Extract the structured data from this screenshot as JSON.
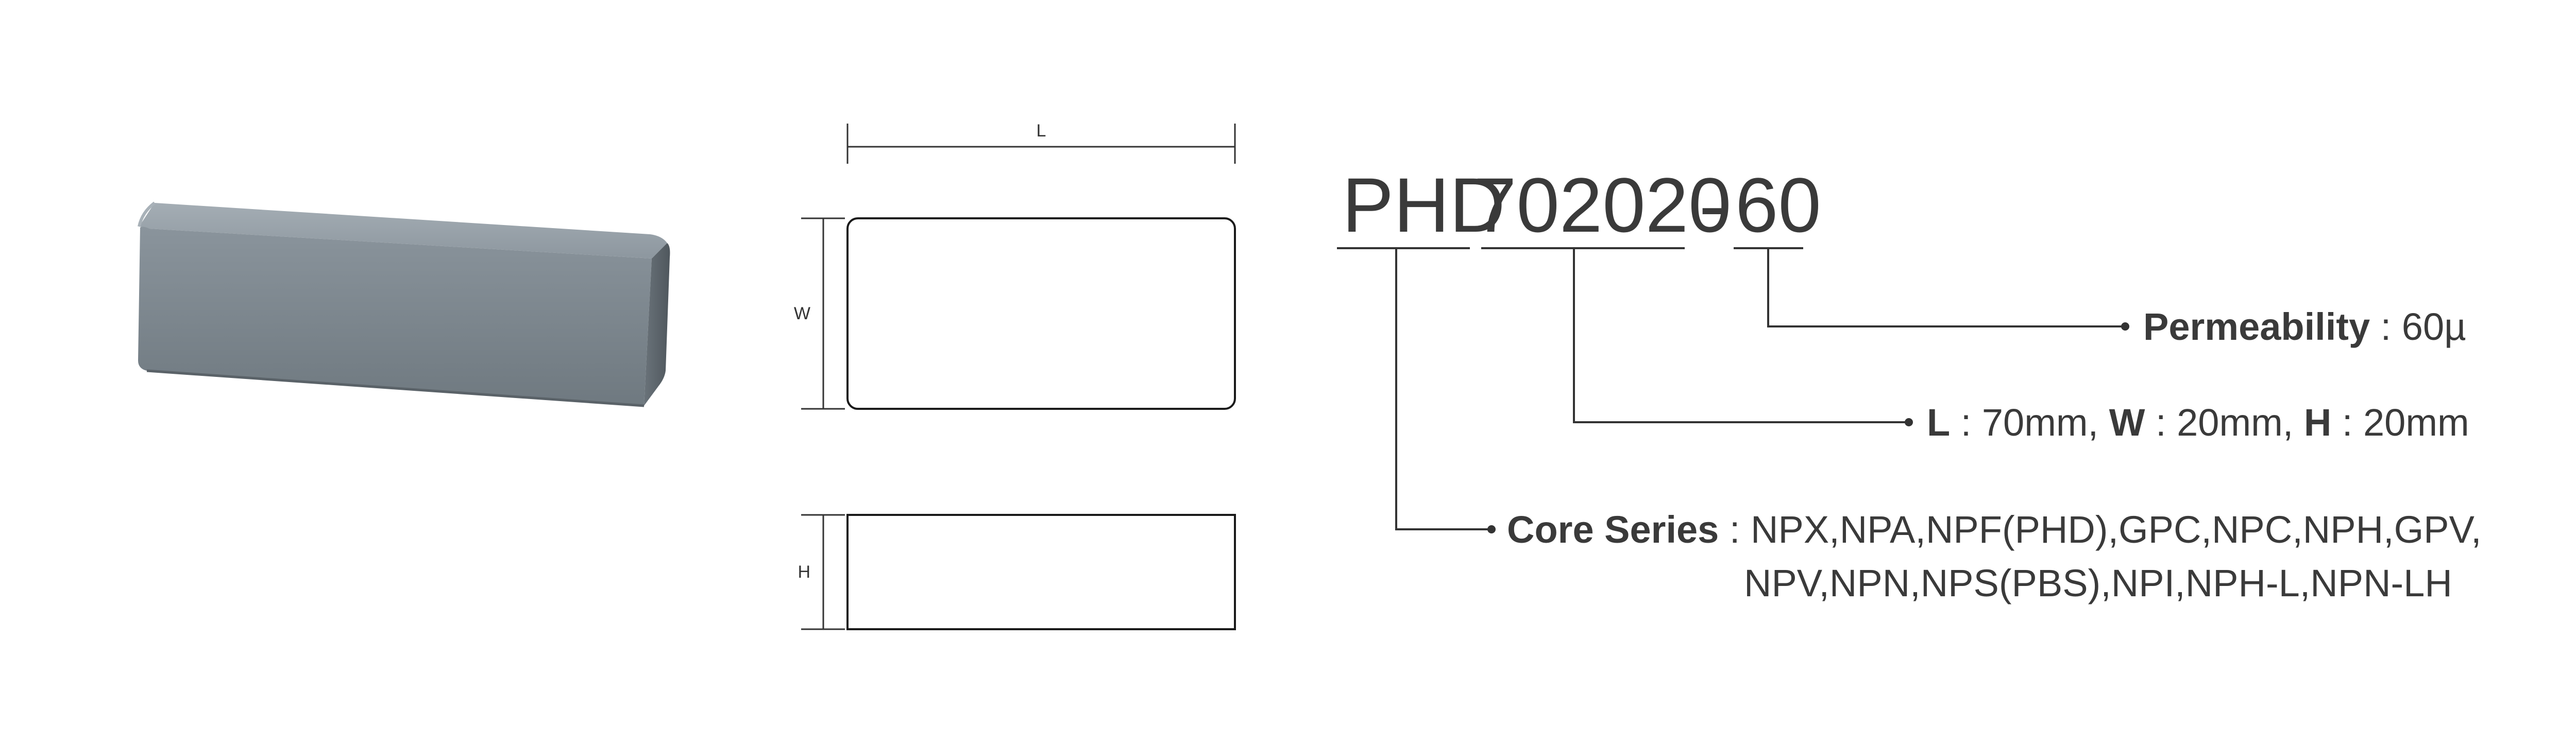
{
  "part_number": {
    "series": "PHD",
    "size": "702020",
    "dash": "-",
    "permeability": "60"
  },
  "dimension_labels": {
    "length": "L",
    "width": "W",
    "height": "H"
  },
  "legend": {
    "permeability": {
      "label": "Permeability",
      "sep": " : ",
      "value": "60µ"
    },
    "size": {
      "l_label": "L",
      "l_value": " : 70mm, ",
      "w_label": "W",
      "w_value": " : 20mm, ",
      "h_label": "H",
      "h_value": " : 20mm"
    },
    "core_series": {
      "label": "Core Series",
      "sep": " : ",
      "line1": "NPX,NPA,NPF(PHD),GPC,NPC,NPH,GPV,",
      "line2": "NPV,NPN,NPS(PBS),NPI,NPH-L,NPN-LH"
    }
  },
  "colors": {
    "core_face": "#7b858d",
    "core_top": "#949ea6",
    "core_side": "#5e676e",
    "line": "#333333",
    "text": "#3a3a3a"
  }
}
